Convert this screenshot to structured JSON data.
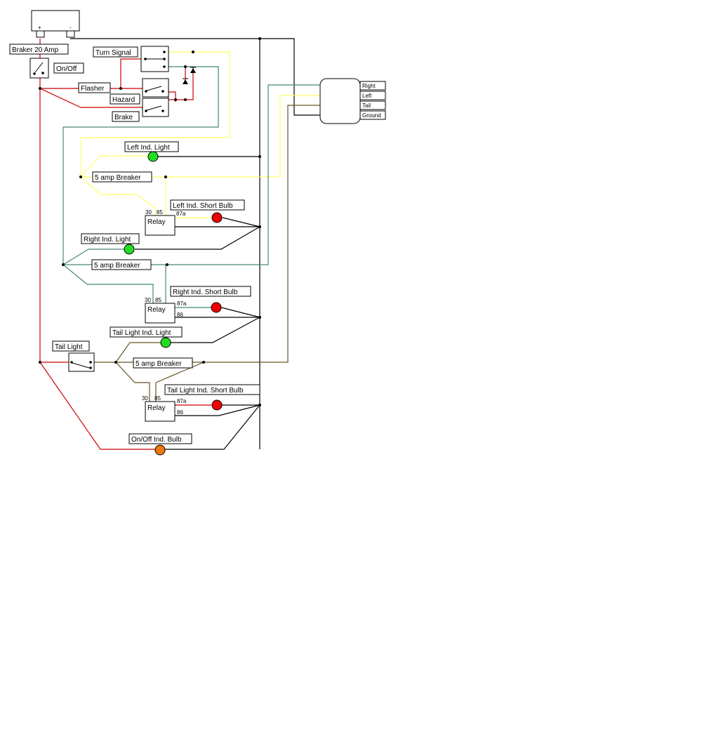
{
  "colors": {
    "red": "#cc0000",
    "yellow": "#ffff66",
    "teal": "#448877",
    "olive": "#665522",
    "black": "#000000",
    "green": "#22dd22",
    "bulb_red": "#ee0000",
    "bulb_orange": "#ee7711"
  },
  "battery": {
    "plus": "+",
    "minus": "-"
  },
  "labels": {
    "breaker_main": "Braker 20 Amp",
    "on_off": "On/Off",
    "turn_signal": "Turn Signal",
    "flasher": "Flasher",
    "hazard": "Hazard",
    "brake": "Brake",
    "left_ind_light": "Left Ind. Light",
    "breaker_5a_1": "5 amp Breaker",
    "left_short_bulb": "Left Ind. Short Bulb",
    "right_ind_light": "Right Ind. Light",
    "breaker_5a_2": "5 amp Breaker",
    "right_short_bulb": "Right Ind. Short Bulb",
    "tail_ind_light": "Tail Light Ind. Light",
    "tail_light": "Tail Light",
    "breaker_5a_3": "5 amp Breaker",
    "tail_short_bulb": "Tail Light Ind. Short Bulb",
    "on_off_bulb": "On/Off Ind. Bulb"
  },
  "relays": [
    {
      "label": "Relay",
      "pin30": "30",
      "pin85": "85",
      "pin87a": "87a",
      "pin86": ""
    },
    {
      "label": "Relay",
      "pin30": "30",
      "pin85": "85",
      "pin87a": "87a",
      "pin86": "86"
    },
    {
      "label": "Relay",
      "pin30": "30",
      "pin85": "85",
      "pin87a": "87a",
      "pin86": "86"
    }
  ],
  "connector": {
    "pins": [
      "Right",
      "Left",
      "Tail",
      "Ground"
    ]
  }
}
